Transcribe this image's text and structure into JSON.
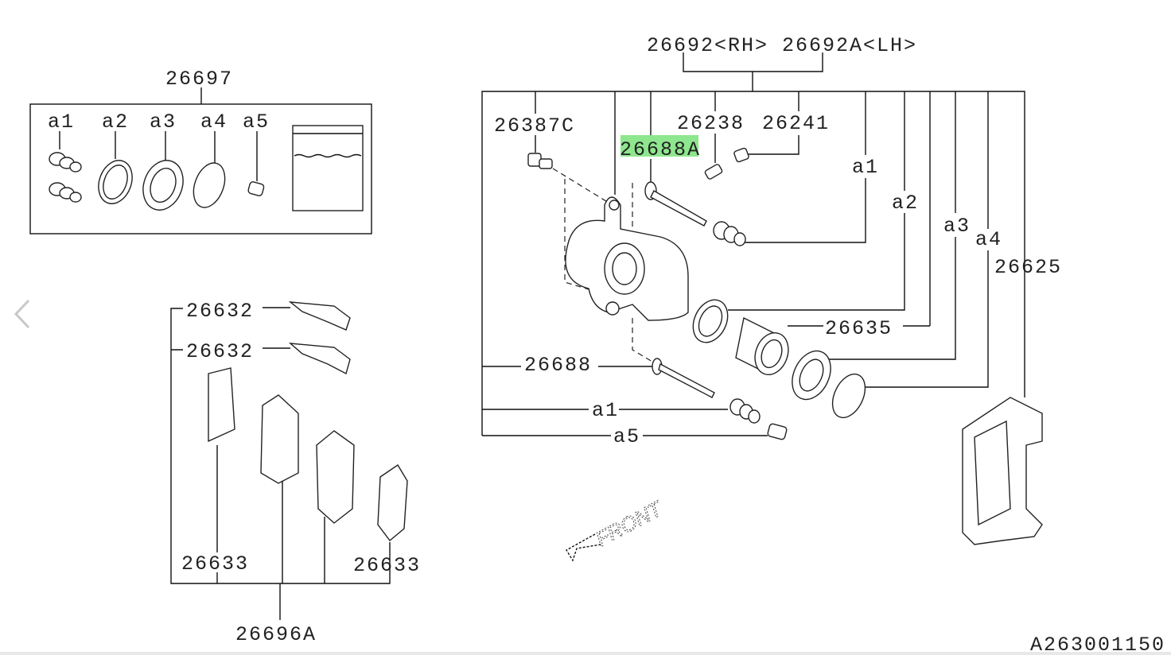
{
  "diagram": {
    "kit_label": "26697",
    "kit_items": [
      "a1",
      "a2",
      "a3",
      "a4",
      "a5"
    ],
    "caliper_assembly_label": "26692<RH> 26692A<LH>",
    "bleeder_screw": "26387C",
    "part_26238": "26238",
    "part_26241": "26241",
    "guide_pin_upper": "26688A",
    "guide_pin_lower": "26688",
    "upper_a1": "a1",
    "right_a2": "a2",
    "right_a3": "a3",
    "right_a4": "a4",
    "support_bracket": "26625",
    "piston": "26635",
    "lower_a1": "a1",
    "lower_a5": "a5",
    "clip_upper": "26632",
    "clip_lower": "26632",
    "shim_left": "26633",
    "shim_right": "26633",
    "pad_set": "26696A",
    "front_marker": "FRONT",
    "diagram_code": "A263001150",
    "highlight_color": "#8ee68e"
  },
  "nav": {
    "prev_icon": "chevron-left-icon"
  }
}
